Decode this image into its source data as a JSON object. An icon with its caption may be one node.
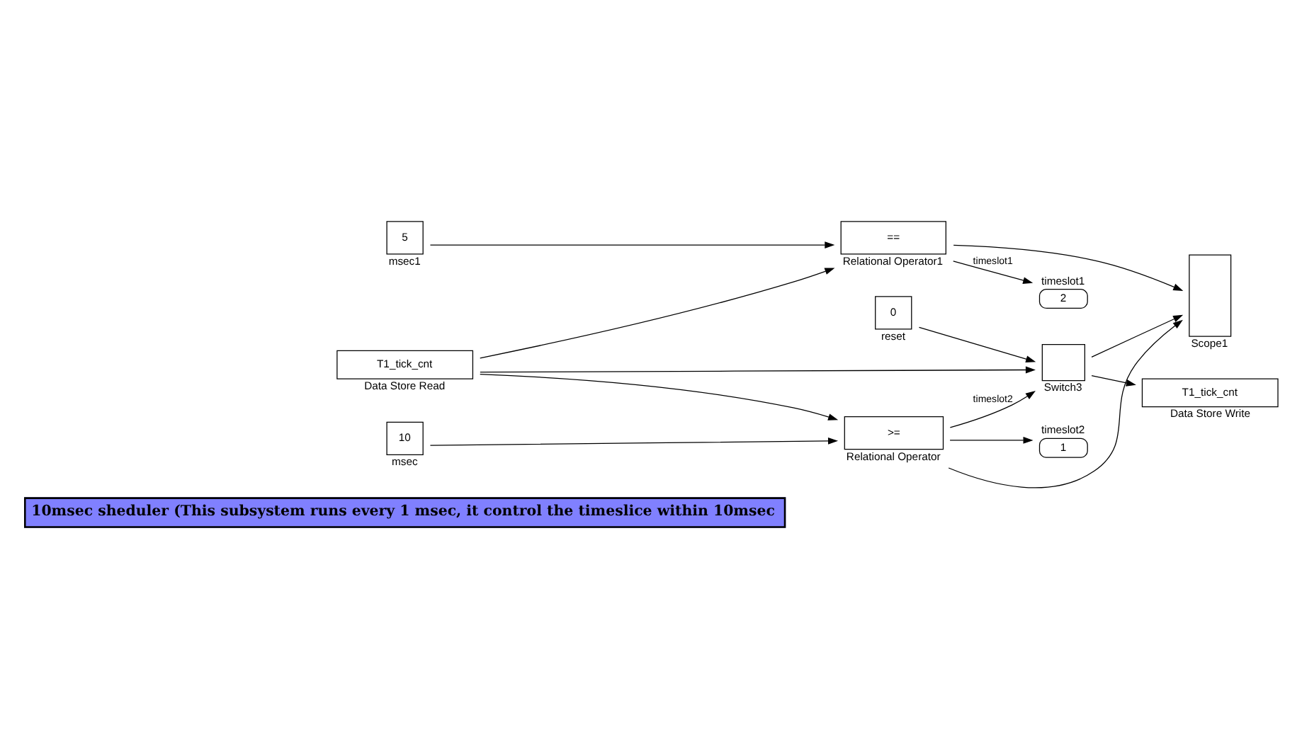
{
  "diagram": {
    "nodes": [
      {
        "text": [
          "10msec sheduler (This subsystem runs every 1 msec, it control the timeslice within 10msec"
        ]
      },
      {
        "text": [
          "T1_tick_cnt"
        ],
        "beside": [
          "Data Store Read"
        ]
      },
      {
        "text": [
          "10"
        ],
        "beside": [
          "msec"
        ]
      },
      {
        "text": [
          ">="
        ],
        "beside": [
          "Relational Operator"
        ]
      },
      {
        "text": [
          "0"
        ],
        "beside": [
          "reset"
        ]
      },
      {
        "text": [],
        "shape": "box",
        "beside": [
          "Switch3"
        ]
      },
      {
        "text": [
          "T1_tick_cnt"
        ],
        "beside": [
          "Data Store Write"
        ]
      },
      {
        "text": [],
        "shape": "box",
        "beside": [
          "Scope1"
        ]
      },
      {
        "text": [
          "1"
        ],
        "beside": [
          "timeslot2"
        ]
      },
      {
        "text": [
          "5"
        ],
        "beside": [
          "msec1"
        ]
      },
      {
        "text": [
          "=="
        ],
        "beside": [
          "Relational Operator1"
        ]
      },
      {
        "text": [
          "2"
        ],
        "beside": [
          "timeslot1"
        ]
      }
    ],
    "edges": [
      {
        "from": 1,
        "to": 3,
        "arrow": "to"
      },
      {
        "from": 2,
        "to": 3,
        "arrow": "to"
      },
      {
        "from": 4,
        "to": 5,
        "arrow": "to"
      },
      {
        "from": 3,
        "to": 5,
        "label": "timeslot2",
        "arrow": "to"
      },
      {
        "from": 1,
        "to": 5,
        "arrow": "to"
      },
      {
        "from": 5,
        "to": 6,
        "arrow": "to"
      },
      {
        "from": 5,
        "to": 7,
        "arrow": "to"
      },
      {
        "from": 3,
        "to": 7,
        "arrow": "to"
      },
      {
        "from": 3,
        "to": 8,
        "arrow": "to"
      },
      {
        "from": 1,
        "to": 10,
        "arrow": "to"
      },
      {
        "from": 9,
        "to": 10,
        "arrow": "to"
      },
      {
        "from": 10,
        "to": 7,
        "arrow": "to"
      },
      {
        "from": 10,
        "to": 11,
        "label": "timeslot1",
        "arrow": "to"
      }
    ]
  }
}
